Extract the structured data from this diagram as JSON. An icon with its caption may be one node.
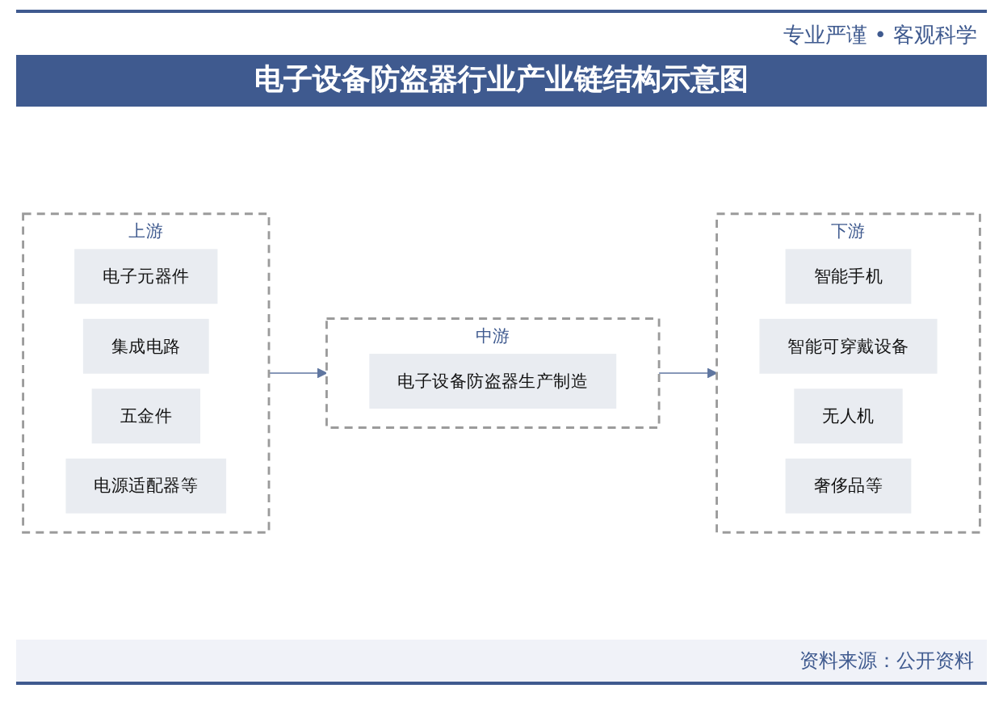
{
  "diagram": {
    "title": "电子设备防盗器行业产业链结构示意图",
    "nodes": [
      {
        "text": [
          "上游"
        ]
      },
      {
        "text": [
          "电子元器件"
        ],
        "in": 0
      },
      {
        "text": [
          "集成电路"
        ],
        "in": 0
      },
      {
        "text": [
          "五金件"
        ],
        "in": 0
      },
      {
        "text": [
          "电源适配器等"
        ],
        "in": 0
      },
      {
        "text": [
          "中游"
        ]
      },
      {
        "text": [
          "电子设备防盗器生产制造"
        ],
        "in": 5
      },
      {
        "text": [
          "下游"
        ]
      },
      {
        "text": [
          "智能手机"
        ],
        "in": 7
      },
      {
        "text": [
          "智能可穿戴设备"
        ],
        "in": 7
      },
      {
        "text": [
          "无人机"
        ],
        "in": 7
      },
      {
        "text": [
          "奢侈品等"
        ],
        "in": 7
      }
    ],
    "edges": [
      {
        "from": 0,
        "to": 5,
        "arrow": "to"
      },
      {
        "from": 5,
        "to": 7,
        "arrow": "to"
      }
    ],
    "labels": [
      "专业严谨 • 客观科学",
      "资料来源：公开资料"
    ]
  }
}
